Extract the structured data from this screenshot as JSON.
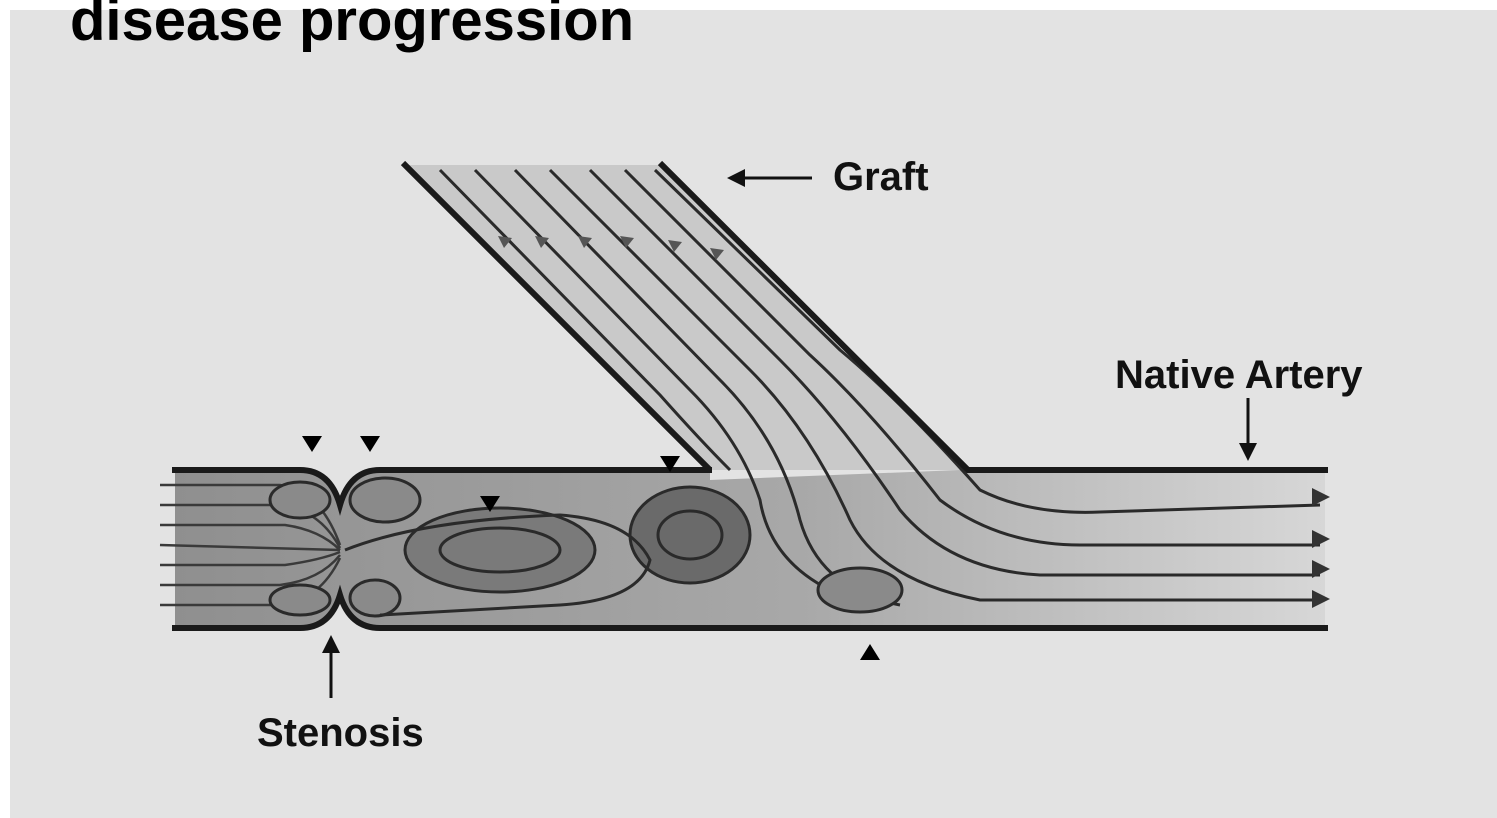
{
  "slide": {
    "title": "disease progression"
  },
  "diagram": {
    "labels": {
      "graft": "Graft",
      "native_artery": "Native Artery",
      "stenosis": "Stenosis"
    },
    "colors": {
      "panel_background": "#e3e3e3",
      "vessel_wall": "#1a1a1a",
      "flow_lines": "#2a2a2a",
      "vortex_fill": "#6a6a6a",
      "markers": "#000000"
    },
    "icons": [
      "arrow-left-icon",
      "arrow-down-icon",
      "arrow-up-icon",
      "triangle-marker-icon"
    ]
  }
}
